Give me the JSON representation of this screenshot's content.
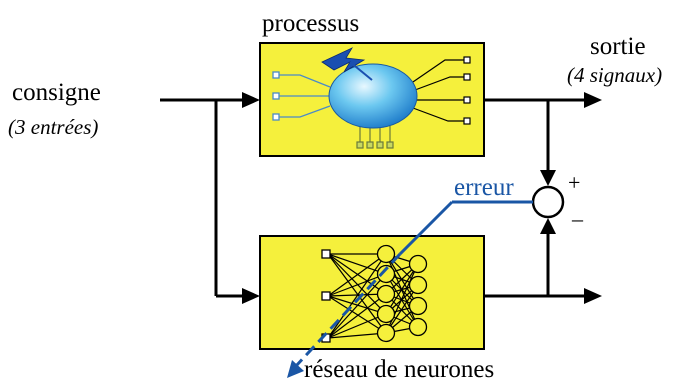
{
  "labels": {
    "process": "processus",
    "output": "sortie",
    "output_detail": "(4 signaux)",
    "input": "consigne",
    "input_detail": "(3 entrées)",
    "error": "erreur",
    "plus": "+",
    "minus": "–",
    "network": "réseau de neurones"
  },
  "colors": {
    "block_fill": "#f5f03c",
    "block_border": "#000000",
    "error_line": "#1a56a5",
    "node_fill": "#f5f03c"
  },
  "structure": {
    "process_inputs": 3,
    "process_outputs": 4,
    "process_bottom_pins": 4,
    "network_input_nodes": 3,
    "network_hidden_nodes": 5,
    "network_output_nodes": 4
  }
}
